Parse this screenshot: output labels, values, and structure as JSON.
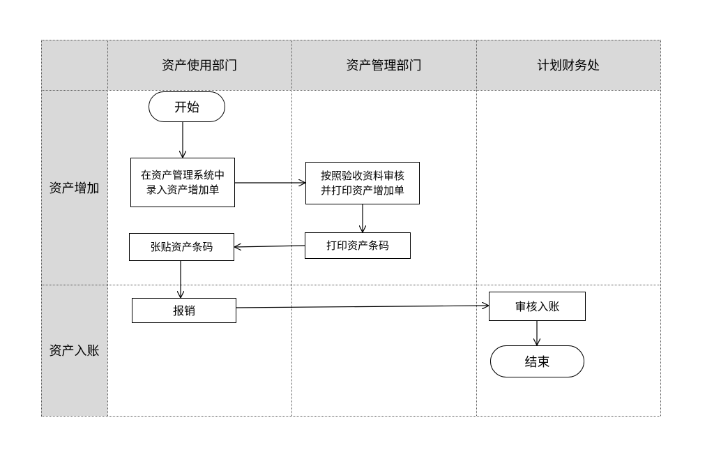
{
  "header": {
    "corner": "",
    "col1": "资产使用部门",
    "col2": "资产管理部门",
    "col3": "计划财务处"
  },
  "lanes": {
    "lane1": "资产增加",
    "lane2": "资产入账"
  },
  "nodes": {
    "start": "开始",
    "enter_form": "在资产管理系统中\n录入资产增加单",
    "review_print": "按照验收资料审核\n并打印资产增加单",
    "print_barcode": "打印资产条码",
    "paste_barcode": "张贴资产条码",
    "reimburse": "报销",
    "audit_entry": "审核入账",
    "end": "结束"
  }
}
